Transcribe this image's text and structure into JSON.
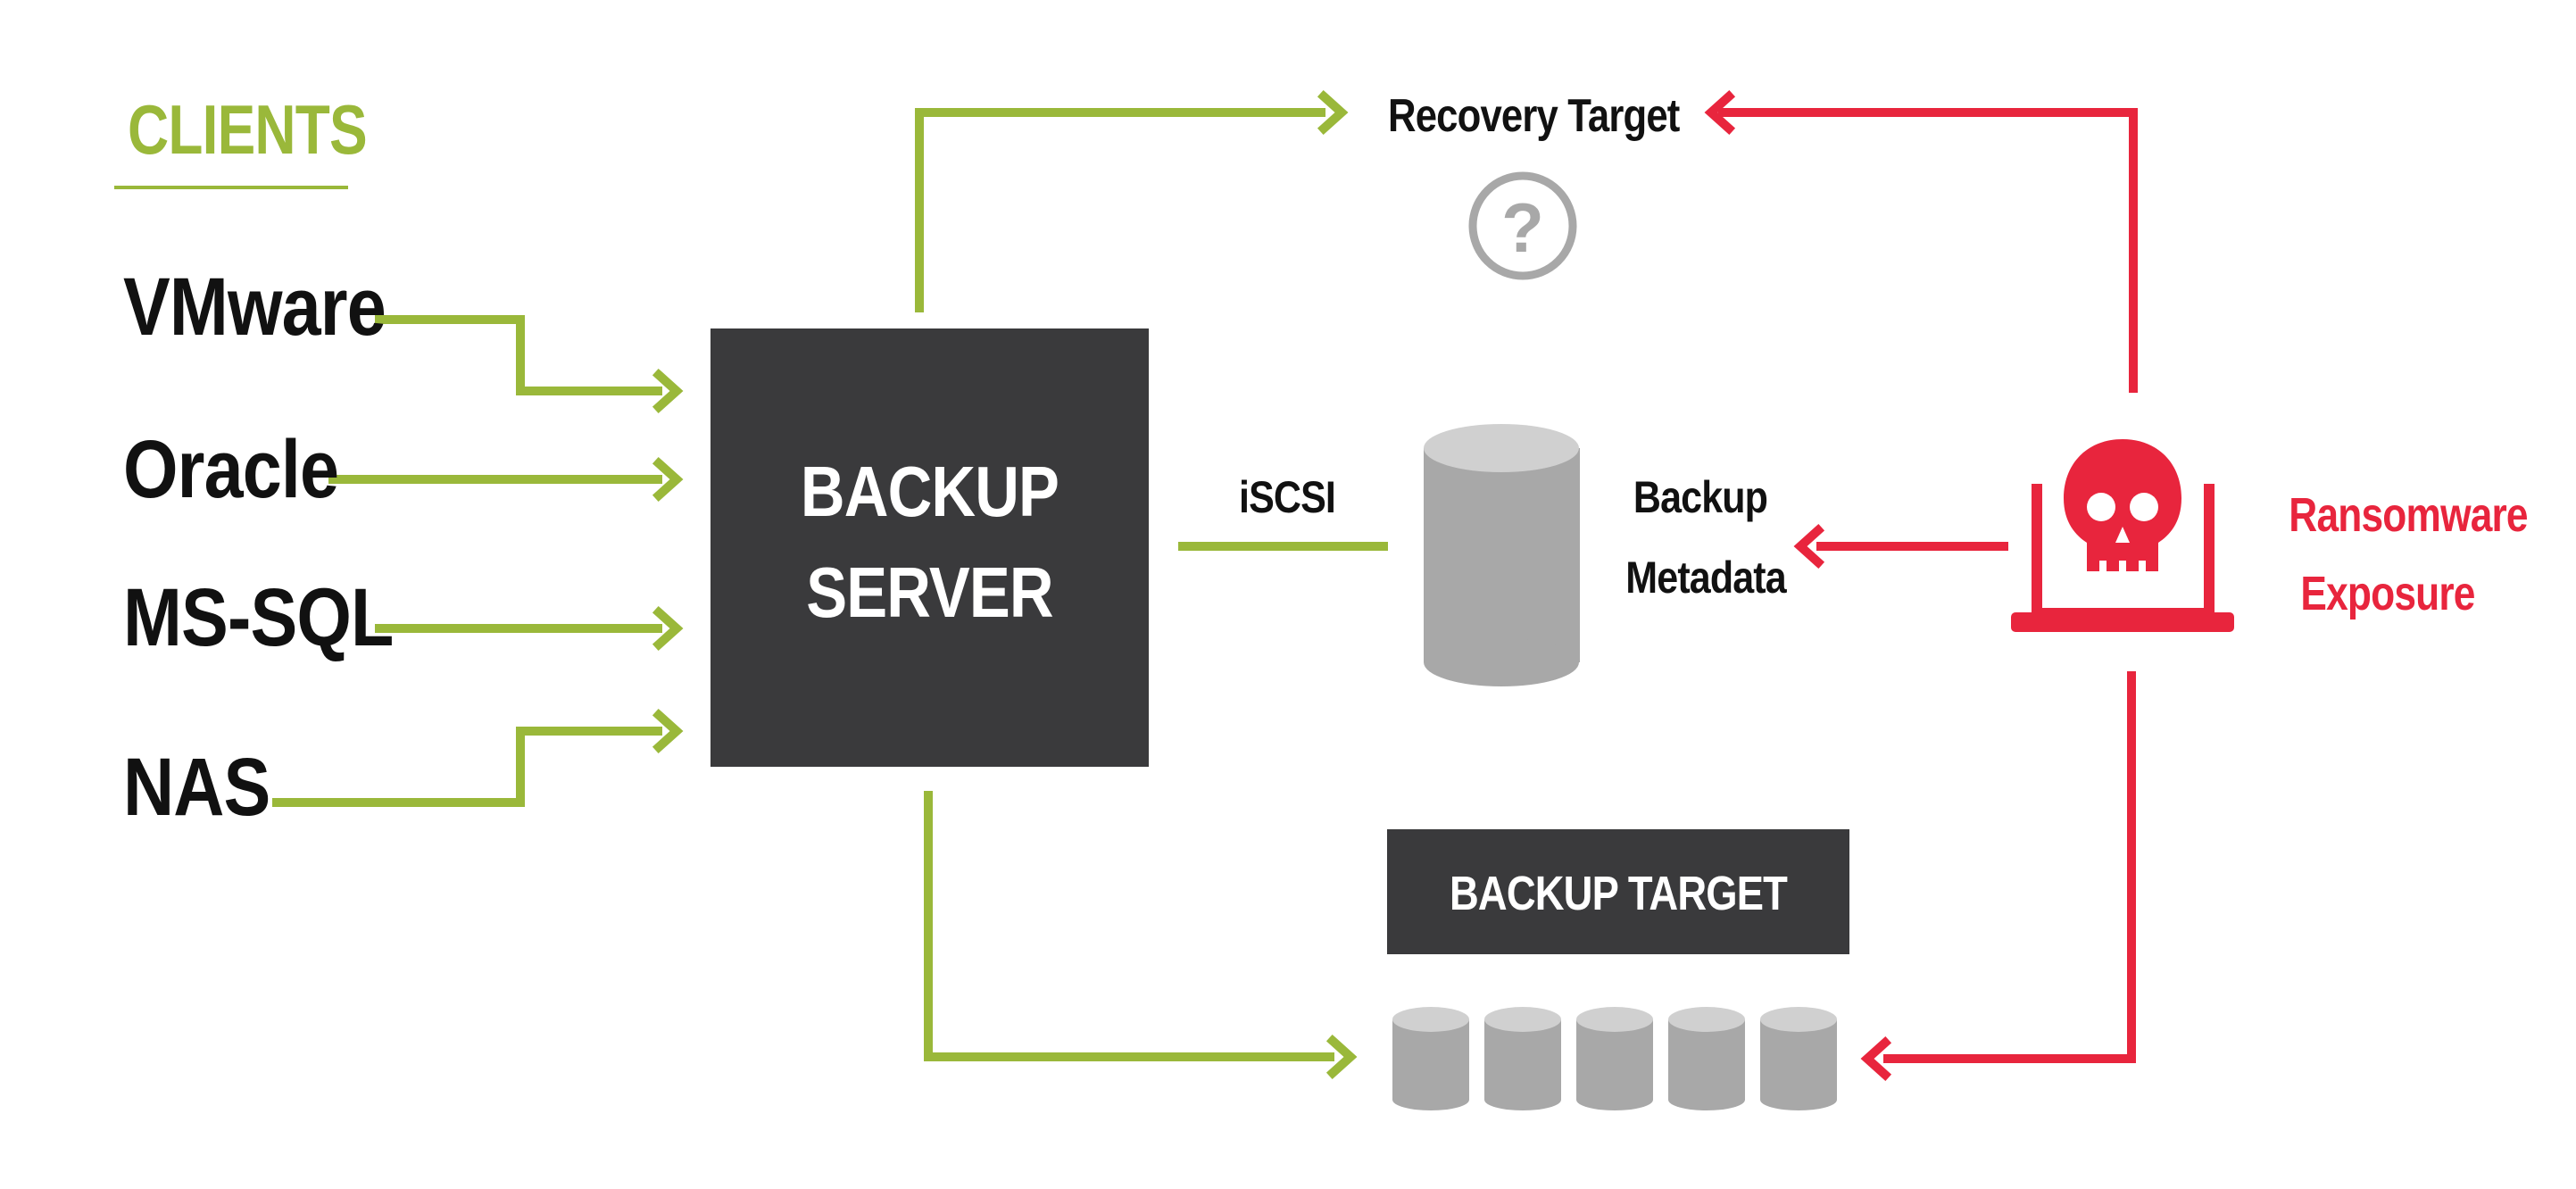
{
  "clients_heading": "CLIENTS",
  "clients": [
    "VMware",
    "Oracle",
    "MS-SQL",
    "NAS"
  ],
  "backup_server": {
    "line1": "BACKUP",
    "line2": "SERVER"
  },
  "iscsi_label": "iSCSI",
  "recovery_target": {
    "label": "Recovery Target",
    "icon": "question-icon"
  },
  "backup_metadata": {
    "line1": "Backup",
    "line2": "Metadata",
    "icon": "database-cylinder-icon"
  },
  "backup_target": {
    "label": "BACKUP TARGET",
    "disk_count": 5
  },
  "ransomware": {
    "line1": "Ransomware",
    "line2": "Exposure",
    "icon": "skull-laptop-icon"
  },
  "colors": {
    "green": "#9ab83a",
    "red": "#e8253d",
    "dark": "#3a3a3c",
    "gray": "#a8a8a8",
    "light_gray": "#d0d0d0"
  }
}
